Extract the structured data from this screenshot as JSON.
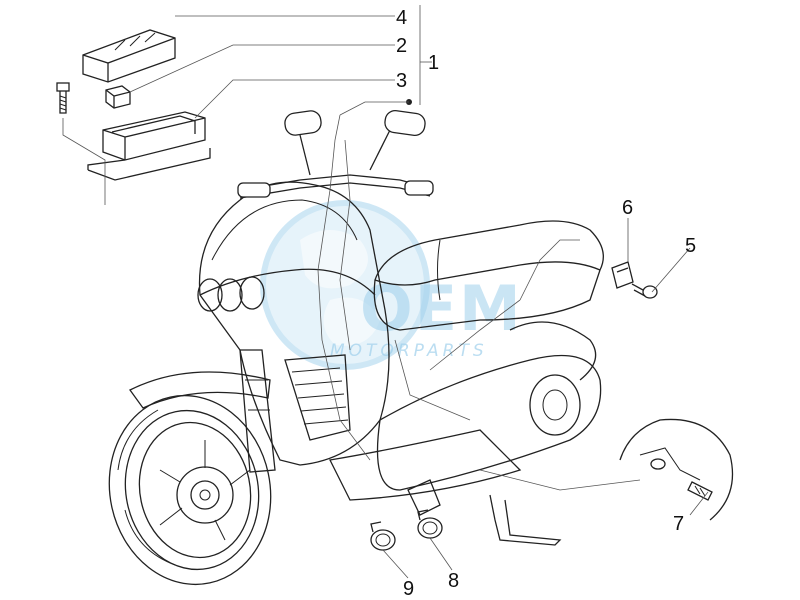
{
  "callouts": {
    "c1": "1",
    "c2": "2",
    "c3": "3",
    "c4": "4",
    "c5": "5",
    "c6": "6",
    "c7": "7",
    "c8": "8",
    "c9": "9"
  },
  "watermark": {
    "logo_text": "OEM",
    "sub_text": "MOTORPARTS",
    "color": "#9fd0ec"
  },
  "line_color": "#222222"
}
